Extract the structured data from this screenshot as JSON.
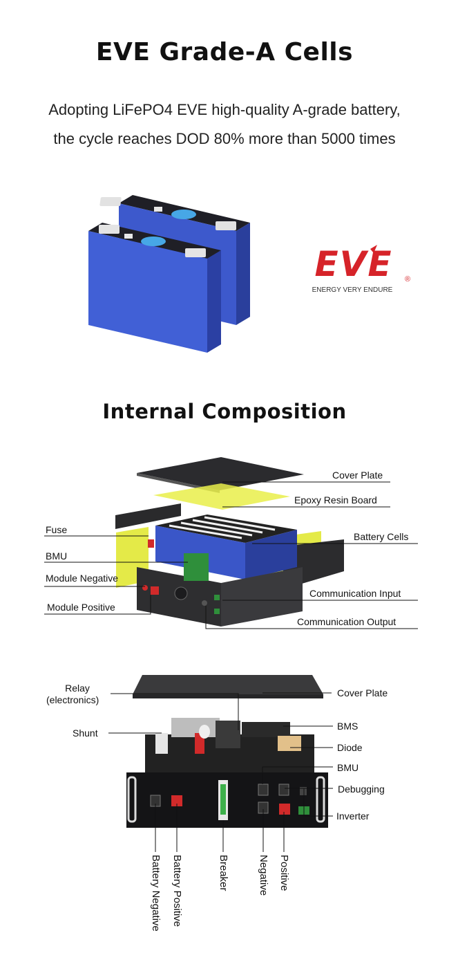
{
  "header": {
    "title": "EVE Grade-A Cells",
    "subtitle_line1": "Adopting LiFePO4 EVE high-quality A-grade battery,",
    "subtitle_line2": "the cycle reaches DOD 80% more than 5000 times"
  },
  "logo": {
    "brand": "EVE",
    "tagline": "ENERGY VERY ENDURE",
    "registered": "®",
    "color": "#d62329"
  },
  "composition": {
    "title": "Internal Composition",
    "labels": {
      "cover_plate": "Cover Plate",
      "epoxy": "Epoxy Resin Board",
      "battery_cells": "Battery Cells",
      "fuse": "Fuse",
      "bmu": "BMU",
      "module_negative": "Module Negative",
      "module_positive": "Module Positive",
      "comm_input": "Communication Input",
      "comm_output": "Communication Output"
    }
  },
  "rack": {
    "labels": {
      "relay_line1": "Relay",
      "relay_line2": "(electronics)",
      "shunt": "Shunt",
      "cover_plate": "Cover Plate",
      "bms": "BMS",
      "diode": "Diode",
      "bmu": "BMU",
      "debugging": "Debugging",
      "inverter": "Inverter",
      "battery_negative": "Battery Negative",
      "battery_positive": "Battery Positive",
      "breaker": "Breaker",
      "negative": "Negative",
      "positive": "Positive"
    }
  },
  "colors": {
    "cell_blue": "#3b57c9",
    "cell_dark": "#1d1d24",
    "epoxy_yellow": "#e9ef4a",
    "terminal_red": "#d12a2a",
    "pcb_green": "#2f8f3b"
  }
}
